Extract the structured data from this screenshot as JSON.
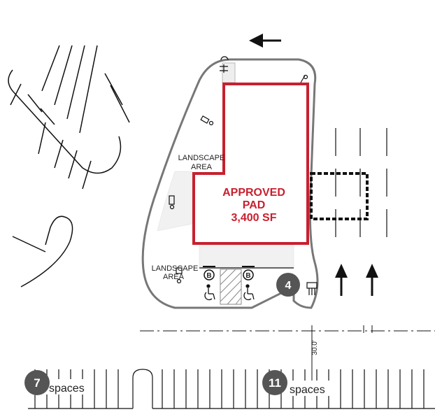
{
  "site_plan": {
    "pad": {
      "line1": "APPROVED",
      "line2": "PAD",
      "line3": "3,400 SF",
      "color": "#c8202f"
    },
    "landscape_upper": {
      "line1": "LANDSCAPE",
      "line2": "AREA"
    },
    "landscape_lower": {
      "line1": "LANDSCAPE",
      "line2": "AREA"
    },
    "accessible_spaces": [
      {
        "marker": "B"
      },
      {
        "marker": "B"
      }
    ],
    "badge_pad_spaces": {
      "number": "4"
    },
    "dimension_label": "30.0'",
    "bottom_row_left": {
      "count": "7",
      "label": "spaces"
    },
    "bottom_row_right": {
      "count": "11",
      "label": "spaces"
    },
    "icons": [
      "arrow-left-icon",
      "arrow-up-icon",
      "wheelchair-icon",
      "light-pole-icon",
      "fire-hydrant-icon"
    ],
    "colors": {
      "badge": "#555555",
      "outline": "#777777"
    }
  }
}
